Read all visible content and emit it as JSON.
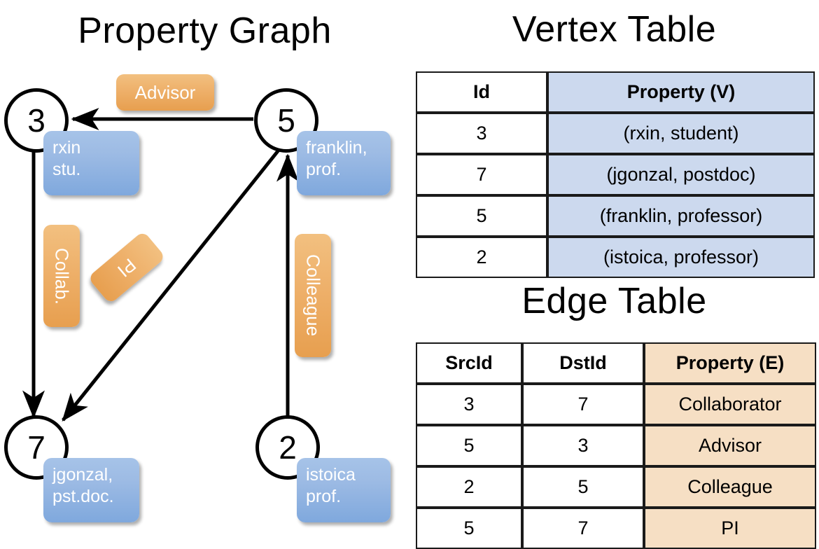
{
  "titles": {
    "graph": "Property Graph",
    "vertex_table": "Vertex Table",
    "edge_table": "Edge Table"
  },
  "colors": {
    "vertex_property_fill": "#ccd9ee",
    "edge_property_fill": "#f6dfc4",
    "vertex_box_fill": "#9dbbe4",
    "edge_label_fill": "#eeb06a",
    "stroke": "#000000"
  },
  "graph": {
    "nodes": [
      {
        "id": "3",
        "property_line1": "rxin",
        "property_line2": "stu."
      },
      {
        "id": "5",
        "property_line1": "franklin,",
        "property_line2": "prof."
      },
      {
        "id": "7",
        "property_line1": "jgonzal,",
        "property_line2": "pst.doc."
      },
      {
        "id": "2",
        "property_line1": "istoica",
        "property_line2": "prof."
      }
    ],
    "edge_labels": [
      {
        "name": "advisor",
        "text": "Advisor"
      },
      {
        "name": "collab",
        "text": "Collab."
      },
      {
        "name": "pi",
        "text": "PI"
      },
      {
        "name": "colleague",
        "text": "Colleague"
      }
    ]
  },
  "vertex_table": {
    "headers": [
      "Id",
      "Property (V)"
    ],
    "rows": [
      [
        "3",
        "(rxin, student)"
      ],
      [
        "7",
        "(jgonzal, postdoc)"
      ],
      [
        "5",
        "(franklin, professor)"
      ],
      [
        "2",
        "(istoica, professor)"
      ]
    ]
  },
  "edge_table": {
    "headers": [
      "SrcId",
      "DstId",
      "Property (E)"
    ],
    "rows": [
      [
        "3",
        "7",
        "Collaborator"
      ],
      [
        "5",
        "3",
        "Advisor"
      ],
      [
        "2",
        "5",
        "Colleague"
      ],
      [
        "5",
        "7",
        "PI"
      ]
    ]
  }
}
